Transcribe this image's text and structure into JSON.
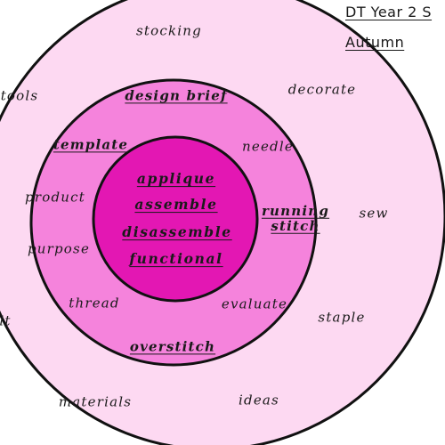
{
  "title": {
    "line1": "DT Year 2 S",
    "line2": "Autumn"
  },
  "colors": {
    "outer_ring": "#fdd9f2",
    "middle_ring": "#f583dc",
    "inner_circle": "#e317b3",
    "stroke": "#111111"
  },
  "rings": {
    "outer": [
      {
        "id": "stocking",
        "text": "stocking"
      },
      {
        "id": "tools",
        "text": "tools"
      },
      {
        "id": "decorate",
        "text": "decorate"
      },
      {
        "id": "sew",
        "text": "sew"
      },
      {
        "id": "staple",
        "text": "staple"
      },
      {
        "id": "lt",
        "text": "lt"
      },
      {
        "id": "materials",
        "text": "materials"
      },
      {
        "id": "ideas",
        "text": "ideas"
      }
    ],
    "middle": [
      {
        "id": "design-brief",
        "text": "design brief",
        "key": true
      },
      {
        "id": "template",
        "text": "template",
        "key": true
      },
      {
        "id": "needle",
        "text": "needle",
        "key": false
      },
      {
        "id": "product",
        "text": "product",
        "key": false
      },
      {
        "id": "running-stitch",
        "text": "running\nstitch",
        "key": true
      },
      {
        "id": "purpose",
        "text": "purpose",
        "key": false
      },
      {
        "id": "thread",
        "text": "thread",
        "key": false
      },
      {
        "id": "evaluate",
        "text": "evaluate",
        "key": false
      },
      {
        "id": "overstitch",
        "text": "overstitch",
        "key": true
      }
    ],
    "inner": [
      {
        "id": "applique",
        "text": "applique",
        "key": true
      },
      {
        "id": "assemble",
        "text": "assemble",
        "key": true
      },
      {
        "id": "disassemble",
        "text": "disassemble",
        "key": true
      },
      {
        "id": "functional",
        "text": "functional",
        "key": true
      }
    ]
  }
}
